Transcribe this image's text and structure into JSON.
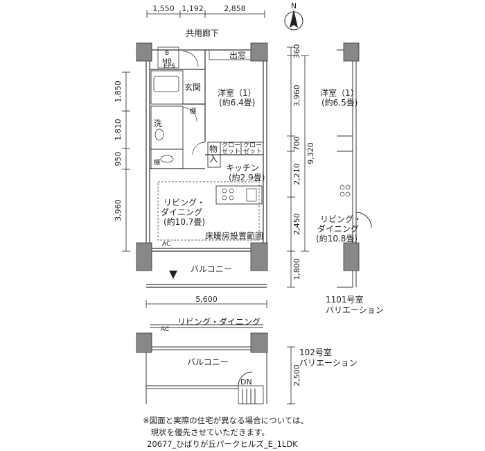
{
  "top_dims": [
    "1,550",
    "1,192",
    "2,858"
  ],
  "north": "N",
  "corridor": "共用廊下",
  "window_top": "出窓",
  "labels": {
    "b": "B",
    "mb_eps": "MB\nEPS",
    "genkan": "玄関",
    "youshitsu": "洋室（1）",
    "youshitsu_size": "(約6.4畳)",
    "tana1": "棚",
    "sen": "洗",
    "monoire": "物\n入",
    "closet1": "クロー\nゼット",
    "closet2": "クロー\nゼット",
    "tana2": "棚",
    "kitchen": "キッチン",
    "kitchen_size": "(約2.9畳)",
    "living": "リビング・\nダイニング\n(約10.7畳)",
    "yuka": "床暖房設置範囲",
    "ac": "AC",
    "balcony": "バルコニー"
  },
  "left_dims": [
    "1,850",
    "1,810",
    "950",
    "3,960"
  ],
  "right_dims": [
    "360",
    "3,960",
    "700",
    "2,210",
    "2,450",
    "1,800"
  ],
  "total_right": "9,320",
  "bottom_dim": "5,600",
  "var1101": {
    "room": "洋室（1）",
    "size": "(約6.5畳)",
    "living": "リビング・\nダイニング\n(約10.8畳)",
    "caption": "1101号室\nバリエーション"
  },
  "var102": {
    "living": "リビング・ダイニング",
    "balcony": "バルコニー",
    "ac": "AC",
    "dim": "2,500",
    "dn": "DN",
    "caption": "102号室\nバリエーション"
  },
  "notes": "※図面と実際の住宅が異なる場合については、\n　現状を優先させていただきます。",
  "footer": "20677_ひばりが丘パークヒルズ_E_1LDK"
}
